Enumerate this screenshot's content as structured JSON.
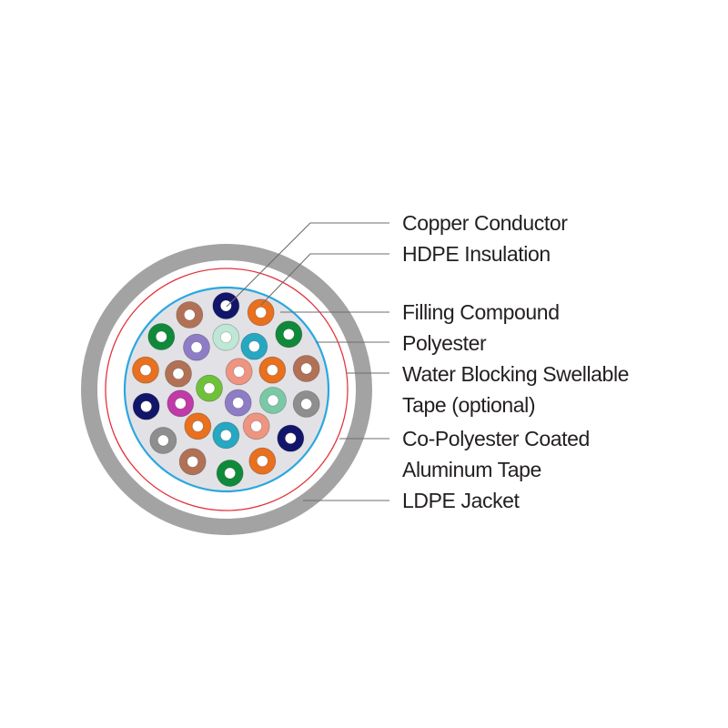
{
  "labels": {
    "copper_conductor": "Copper Conductor",
    "hdpe_insulation": "HDPE Insulation",
    "filling_compound": "Filling Compound",
    "polyester": "Polyester",
    "water_blocking_line1": "Water Blocking Swellable",
    "water_blocking_line2": "Tape (optional)",
    "co_polyester_line1": "Co-Polyester Coated",
    "co_polyester_line2": "Aluminum Tape",
    "ldpe_jacket": "LDPE Jacket"
  },
  "colors": {
    "jacket": "#a3a3a3",
    "aluminum_tape": "#e3343c",
    "polyester": "#2aa7e0",
    "filling": "#e2e2e6",
    "leader": "#6d6d6d"
  },
  "conductors": [
    {
      "color": "#12166b"
    },
    {
      "color": "#b27155"
    },
    {
      "color": "#e8701f"
    },
    {
      "color": "#0f8a3a"
    },
    {
      "color": "#bfe7d6"
    },
    {
      "color": "#8f7cc6"
    },
    {
      "color": "#26a8c2"
    },
    {
      "color": "#0f8a3a"
    },
    {
      "color": "#e8701f"
    },
    {
      "color": "#b27155"
    },
    {
      "color": "#ee9480"
    },
    {
      "color": "#e8701f"
    },
    {
      "color": "#b27155"
    },
    {
      "color": "#6fc13a"
    },
    {
      "color": "#12166b"
    },
    {
      "color": "#c03aa8"
    },
    {
      "color": "#8f7cc6"
    },
    {
      "color": "#79c9a6"
    },
    {
      "color": "#8e8e8e"
    },
    {
      "color": "#e8701f"
    },
    {
      "color": "#ee9480"
    },
    {
      "color": "#26a8c2"
    },
    {
      "color": "#8e8e8e"
    },
    {
      "color": "#12166b"
    },
    {
      "color": "#b27155"
    },
    {
      "color": "#e8701f"
    },
    {
      "color": "#0f8a3a"
    }
  ]
}
